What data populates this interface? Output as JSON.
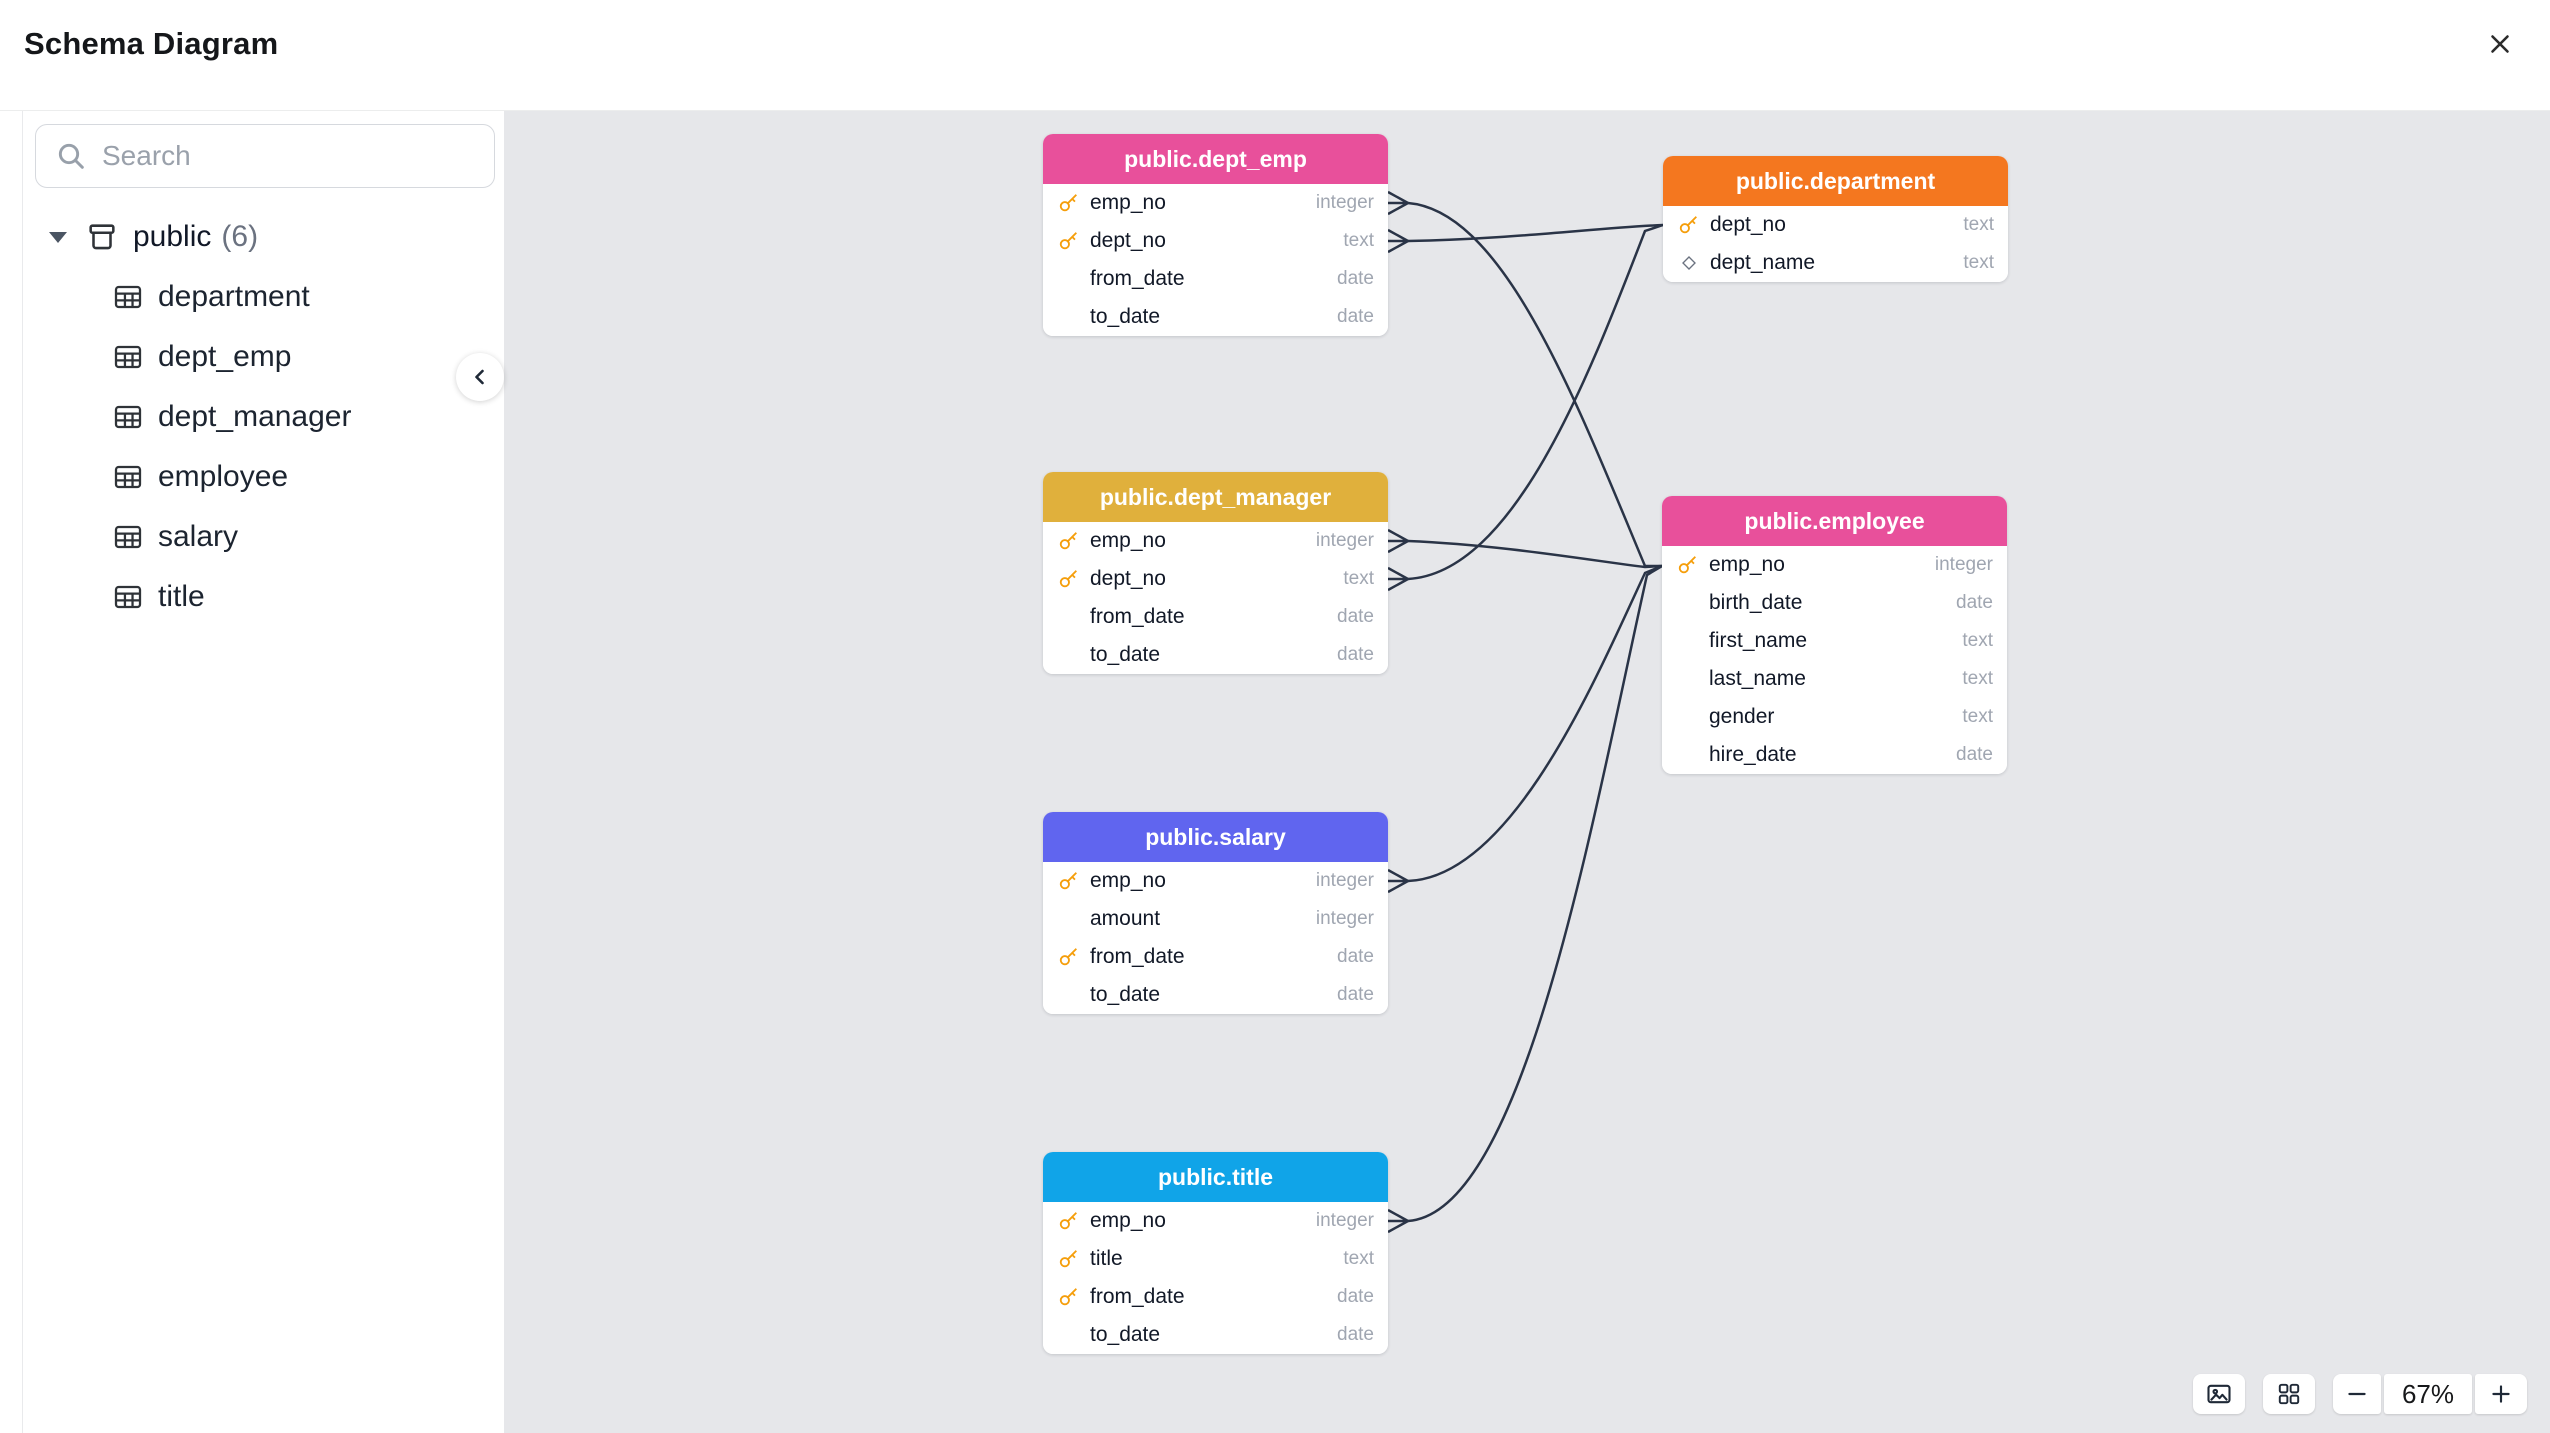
{
  "window": {
    "title": "Schema Diagram"
  },
  "sidebar": {
    "search_placeholder": "Search",
    "schema_label": "public",
    "schema_count": "(6)",
    "tables": [
      "department",
      "dept_emp",
      "dept_manager",
      "employee",
      "salary",
      "title"
    ]
  },
  "nodes": [
    {
      "title": "public.dept_emp",
      "header_color": "#E8509B",
      "columns": [
        {
          "icon": "primary-key",
          "name": "emp_no",
          "type": "integer"
        },
        {
          "icon": "primary-key",
          "name": "dept_no",
          "type": "text"
        },
        {
          "icon": "",
          "name": "from_date",
          "type": "date"
        },
        {
          "icon": "",
          "name": "to_date",
          "type": "date"
        }
      ]
    },
    {
      "title": "public.department",
      "header_color": "#F4771F",
      "columns": [
        {
          "icon": "primary-key",
          "name": "dept_no",
          "type": "text"
        },
        {
          "icon": "unique",
          "name": "dept_name",
          "type": "text"
        }
      ]
    },
    {
      "title": "public.dept_manager",
      "header_color": "#E0B03C",
      "columns": [
        {
          "icon": "primary-key",
          "name": "emp_no",
          "type": "integer"
        },
        {
          "icon": "primary-key",
          "name": "dept_no",
          "type": "text"
        },
        {
          "icon": "",
          "name": "from_date",
          "type": "date"
        },
        {
          "icon": "",
          "name": "to_date",
          "type": "date"
        }
      ]
    },
    {
      "title": "public.employee",
      "header_color": "#E8509B",
      "columns": [
        {
          "icon": "primary-key",
          "name": "emp_no",
          "type": "integer"
        },
        {
          "icon": "",
          "name": "birth_date",
          "type": "date"
        },
        {
          "icon": "",
          "name": "first_name",
          "type": "text"
        },
        {
          "icon": "",
          "name": "last_name",
          "type": "text"
        },
        {
          "icon": "",
          "name": "gender",
          "type": "text"
        },
        {
          "icon": "",
          "name": "hire_date",
          "type": "date"
        }
      ]
    },
    {
      "title": "public.salary",
      "header_color": "#6065EF",
      "columns": [
        {
          "icon": "primary-key",
          "name": "emp_no",
          "type": "integer"
        },
        {
          "icon": "",
          "name": "amount",
          "type": "integer"
        },
        {
          "icon": "primary-key",
          "name": "from_date",
          "type": "date"
        },
        {
          "icon": "",
          "name": "to_date",
          "type": "date"
        }
      ]
    },
    {
      "title": "public.title",
      "header_color": "#10A4E8",
      "columns": [
        {
          "icon": "primary-key",
          "name": "emp_no",
          "type": "integer"
        },
        {
          "icon": "primary-key",
          "name": "title",
          "type": "text"
        },
        {
          "icon": "primary-key",
          "name": "from_date",
          "type": "date"
        },
        {
          "icon": "",
          "name": "to_date",
          "type": "date"
        }
      ]
    }
  ],
  "edges": [
    {
      "from": "public.dept_emp.emp_no",
      "to": "public.employee.emp_no"
    },
    {
      "from": "public.dept_emp.dept_no",
      "to": "public.department.dept_no"
    },
    {
      "from": "public.dept_manager.emp_no",
      "to": "public.employee.emp_no"
    },
    {
      "from": "public.dept_manager.dept_no",
      "to": "public.department.dept_no"
    },
    {
      "from": "public.salary.emp_no",
      "to": "public.employee.emp_no"
    },
    {
      "from": "public.title.emp_no",
      "to": "public.employee.emp_no"
    }
  ],
  "toolbar": {
    "zoom_level": "67%"
  }
}
